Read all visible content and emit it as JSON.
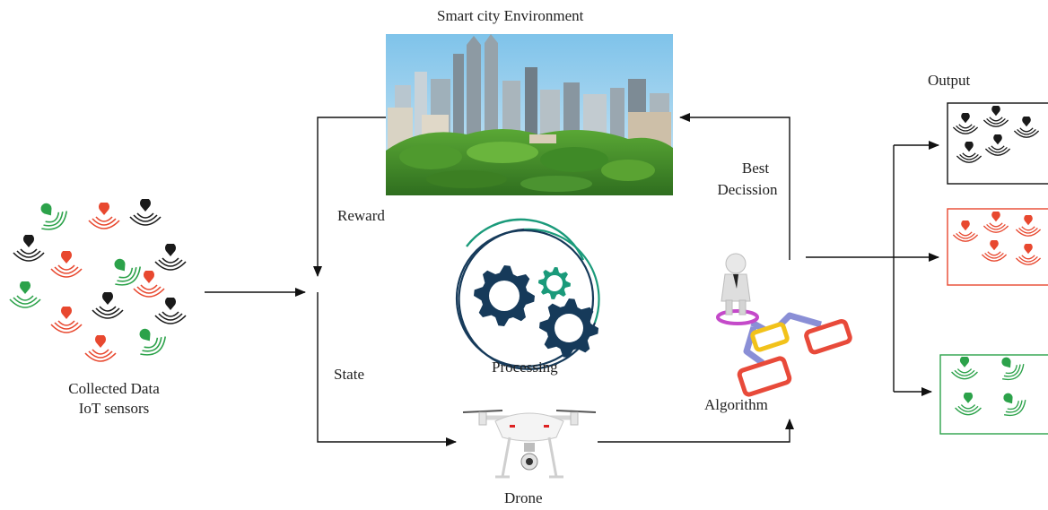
{
  "title": "Smart city Environment",
  "labels": {
    "reward": "Reward",
    "state": "State",
    "processing": "Processing",
    "drone": "Drone",
    "algorithm": "Algorithm",
    "best_decision_line1": "Best",
    "best_decision_line2": "Decission",
    "output": "Output",
    "collected_line1": "Collected Data",
    "collected_line2": "IoT sensors"
  },
  "colors": {
    "sensor_black": "#1a1a1a",
    "sensor_red": "#e8482f",
    "sensor_green": "#2ca24a",
    "gear_navy": "#163a5a",
    "gear_teal": "#1a9a7a",
    "arrow": "#111111"
  },
  "icons": {
    "sensor": "wifi-signal-icon",
    "gear": "gear-icon",
    "city": "city-skyline-image",
    "drone": "drone-image",
    "algorithm": "flowchart-person-image"
  }
}
